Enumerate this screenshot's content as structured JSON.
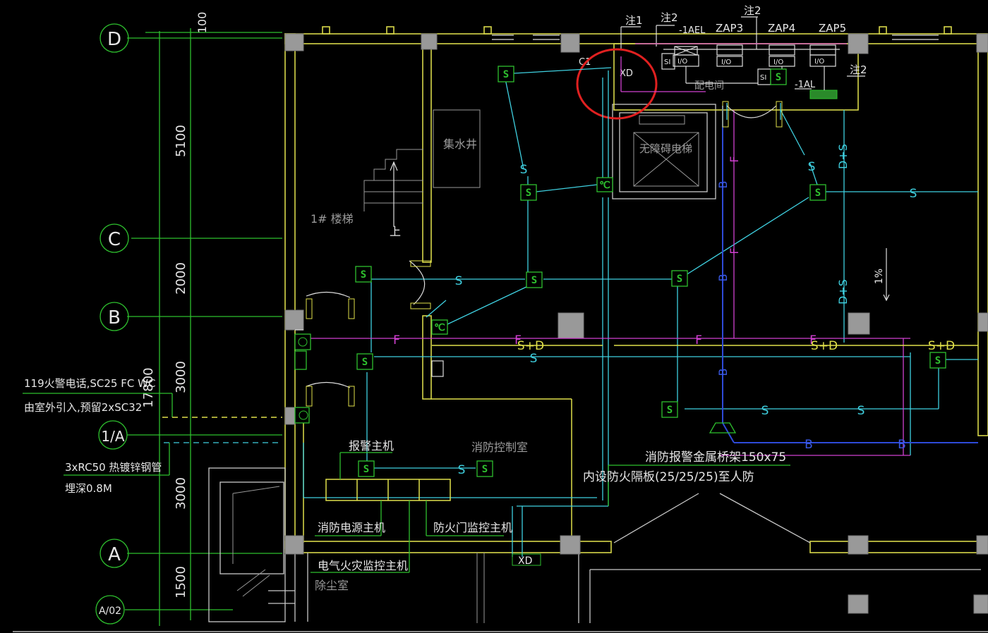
{
  "grid_labels": [
    "D",
    "C",
    "B",
    "1/A",
    "A",
    "A/02"
  ],
  "dimensions": [
    "100",
    "5100",
    "2000",
    "3000",
    "3000",
    "1500",
    "17800"
  ],
  "rooms": {
    "stair": "1# 楼梯",
    "sump": "集水井",
    "elevator": "无障碍电梯",
    "distribution_room": "配电间",
    "control_room": "消防控制室",
    "dust_room": "除尘室"
  },
  "panels": [
    "-1AEL",
    "ZAP3",
    "ZAP4",
    "ZAP5",
    "-1AL",
    "I/O",
    "SI",
    "XD",
    "C1"
  ],
  "notes": [
    "注1",
    "注2",
    "注2",
    "注2"
  ],
  "equipment_labels": {
    "alarm_host": "报警主机",
    "fire_power_host": "消防电源主机",
    "fire_door_host": "防火门监控主机",
    "electrical_fire_host": "电气火灾监控主机",
    "xd_bottom": "XD"
  },
  "cable_notes": {
    "phone_line_1": "119火警电话,SC25 FC WC",
    "phone_line_2": "由室外引入,预留2xSC32",
    "rc_line_1": "3xRC50 热镀锌钢管",
    "rc_line_2": "埋深0.8M",
    "tray_1": "消防报警金属桥架150x75",
    "tray_2": "内设防火隔板(25/25/25)至人防"
  },
  "line_tags": {
    "s": "S",
    "f": "F",
    "b": "B",
    "sd": "S+D",
    "dsv": "D+S",
    "up": "上",
    "slope": "1%"
  },
  "colors": {
    "background": "#000000",
    "wall": "#d8d84a",
    "grid": "#2ec02e",
    "cable_s": "#3fd0e0",
    "cable_f": "#d040d0",
    "cable_b": "#2e4ad8",
    "highlight": "#e02020"
  }
}
